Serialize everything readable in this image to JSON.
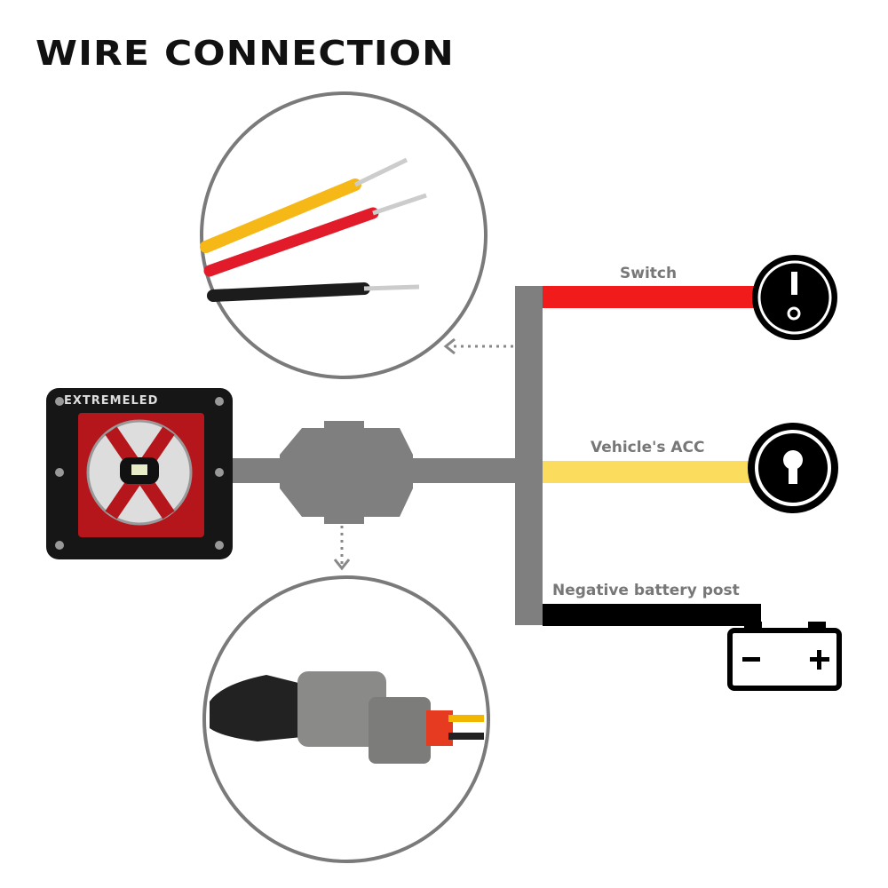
{
  "title": "WIRE CONNECTION",
  "brand": "EXTREMELED",
  "labels": {
    "switch": "Switch",
    "acc": "Vehicle's ACC",
    "negative": "Negative battery post"
  },
  "icons": [
    "switch-icon",
    "key-ignition-icon",
    "battery-icon",
    "dotted-arrow-left-icon",
    "dotted-arrow-down-icon"
  ],
  "colors": {
    "harness": "#7f7f7f",
    "red_wire": "#f21b1b",
    "yellow_wire": "#fcdc5c",
    "black_wire": "#000000",
    "text_gray": "#777777"
  }
}
